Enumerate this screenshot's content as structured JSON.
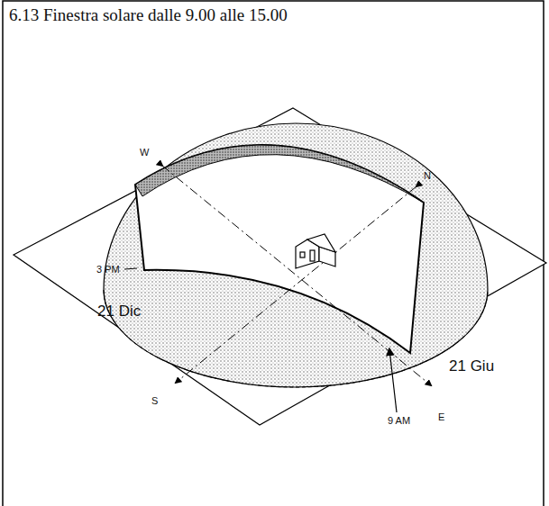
{
  "diagram": {
    "title": "6.13 Finestra solare dalle 9.00 alle 15.00",
    "labels": [
      "W",
      "N",
      "S",
      "E",
      "3 PM",
      "21 Dic",
      "21 Giu",
      "9 AM"
    ]
  }
}
